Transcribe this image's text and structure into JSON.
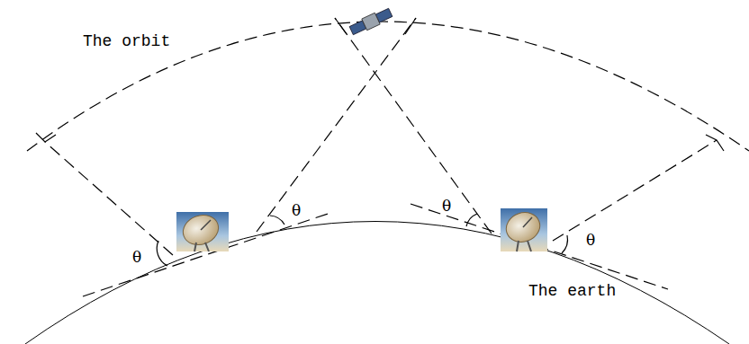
{
  "diagram": {
    "labels": [
      "The orbit",
      "θ",
      "θ",
      "θ",
      "θ",
      "The earth"
    ]
  }
}
